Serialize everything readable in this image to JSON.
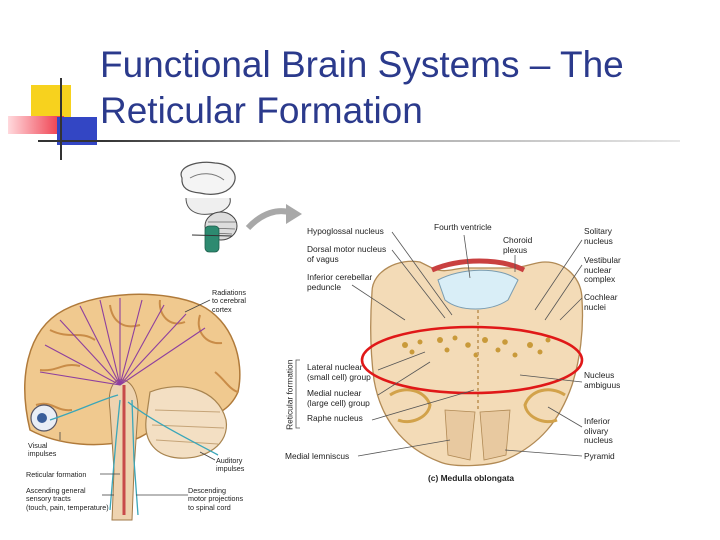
{
  "slide": {
    "title_line1": "Functional Brain Systems – The",
    "title_line2": "Reticular Formation"
  },
  "colors": {
    "title": "#2b3a8c",
    "deco_yellow": "#f7d21e",
    "deco_red": "#ee3344",
    "deco_blue": "#3346c4",
    "highlight_ellipse": "#e01818"
  },
  "figure_left": {
    "labels": {
      "radiations": "Radiations\nto cerebral\ncortex",
      "visual": "Visual\nimpulses",
      "auditory": "Auditory\nimpulses",
      "reticular_formation": "Reticular formation",
      "ascending": "Ascending general\nsensory tracts\n(touch, pain, temperature)",
      "descending": "Descending\nmotor projections\nto spinal cord"
    }
  },
  "figure_right": {
    "labels": {
      "hypoglossal": "Hypoglossal nucleus",
      "dorsal_motor": "Dorsal motor nucleus\nof vagus",
      "inferior_cerebellar": "Inferior cerebellar\npeduncle",
      "fourth_ventricle": "Fourth ventricle",
      "choroid": "Choroid\nplexus",
      "solitary": "Solitary\nnucleus",
      "vestibular": "Vestibular\nnuclear\ncomplex",
      "cochlear": "Cochlear\nnuclei",
      "lateral": "Lateral nuclear\n(small cell) group",
      "medial": "Medial nuclear\n(large cell) group",
      "raphe": "Raphe nucleus",
      "reticular_vertical": "Reticular formation",
      "ambiguus": "Nucleus\nambiguus",
      "inferior_olivary": "Inferior\nolivary\nnucleus",
      "pyramid": "Pyramid",
      "medial_lemniscus": "Medial lemniscus",
      "caption": "(c) Medulla oblongata"
    }
  }
}
